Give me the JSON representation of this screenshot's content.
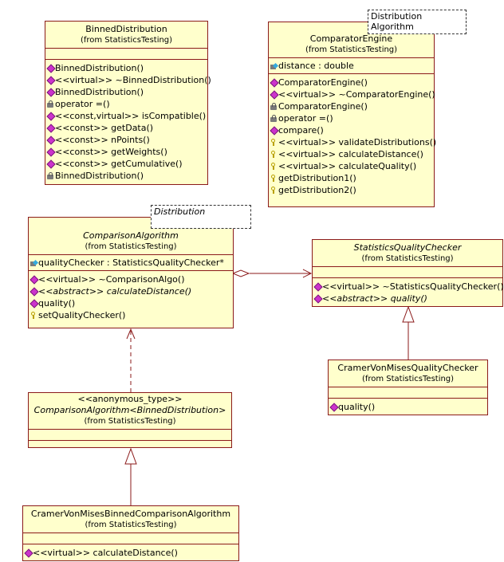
{
  "classes": {
    "binned": {
      "name": "BinnedDistribution",
      "from": "(from StatisticsTesting)",
      "operations": [
        {
          "icon": "public",
          "text": "BinnedDistribution()"
        },
        {
          "icon": "public",
          "text": "<<virtual>> ~BinnedDistribution()"
        },
        {
          "icon": "public",
          "text": "BinnedDistribution()"
        },
        {
          "icon": "private",
          "text": "operator =()"
        },
        {
          "icon": "public",
          "text": "<<const,virtual>> isCompatible()"
        },
        {
          "icon": "public",
          "text": "<<const>> getData()"
        },
        {
          "icon": "public",
          "text": "<<const>> nPoints()"
        },
        {
          "icon": "public",
          "text": "<<const>> getWeights()"
        },
        {
          "icon": "public",
          "text": "<<const>> getCumulative()"
        },
        {
          "icon": "private",
          "text": "BinnedDistribution()"
        }
      ]
    },
    "comparator": {
      "name": "ComparatorEngine",
      "from": "(from StatisticsTesting)",
      "attributes": [
        {
          "icon": "private-attr",
          "text": "distance : double"
        }
      ],
      "operations": [
        {
          "icon": "public",
          "text": "ComparatorEngine()"
        },
        {
          "icon": "public",
          "text": "<<virtual>> ~ComparatorEngine()"
        },
        {
          "icon": "private",
          "text": "ComparatorEngine()"
        },
        {
          "icon": "private",
          "text": "operator =()"
        },
        {
          "icon": "public",
          "text": "compare()"
        },
        {
          "icon": "protected",
          "text": "<<virtual>> validateDistributions()"
        },
        {
          "icon": "protected",
          "text": "<<virtual>> calculateDistance()"
        },
        {
          "icon": "protected",
          "text": "<<virtual>> calculateQuality()"
        },
        {
          "icon": "protected",
          "text": "getDistribution1()"
        },
        {
          "icon": "protected",
          "text": "getDistribution2()"
        }
      ]
    },
    "comparison": {
      "name": "ComparisonAlgorithm",
      "from": "(from StatisticsTesting)",
      "attributes": [
        {
          "icon": "private-attr",
          "text": "qualityChecker : StatisticsQualityChecker*"
        }
      ],
      "operations": [
        {
          "icon": "public",
          "text": "<<virtual>> ~ComparisonAlgo()",
          "italic": false
        },
        {
          "icon": "public",
          "text": "<<abstract>> calculateDistance()",
          "italic": true
        },
        {
          "icon": "public",
          "text": "quality()",
          "italic": false
        },
        {
          "icon": "protected",
          "text": "setQualityChecker()",
          "italic": false
        }
      ]
    },
    "checker": {
      "name": "StatisticsQualityChecker",
      "from": "(from StatisticsTesting)",
      "operations": [
        {
          "icon": "public",
          "text": "<<virtual>> ~StatisticsQualityChecker()",
          "italic": false
        },
        {
          "icon": "public",
          "text": "<<abstract>> quality()",
          "italic": true
        }
      ]
    },
    "cramer_checker": {
      "name": "CramerVonMisesQualityChecker",
      "from": "(from StatisticsTesting)",
      "operations": [
        {
          "icon": "public",
          "text": "quality()"
        }
      ]
    },
    "anon": {
      "stereotype": "<<anonymous_type>>",
      "name": "ComparisonAlgorithm<BinnedDistribution>",
      "from": "(from StatisticsTesting)"
    },
    "cramer_binned": {
      "name": "CramerVonMisesBinnedComparisonAlgorithm",
      "from": "(from StatisticsTesting)",
      "operations": [
        {
          "icon": "public",
          "text": "<<virtual>> calculateDistance()"
        }
      ]
    }
  },
  "notes": {
    "comparator_template": [
      "Distribution",
      "Algorithm"
    ],
    "comparison_template": "Distribution"
  },
  "colors": {
    "class_fill": "#ffffcc",
    "class_border": "#8b1a1a",
    "public_icon": "#cc33cc"
  }
}
